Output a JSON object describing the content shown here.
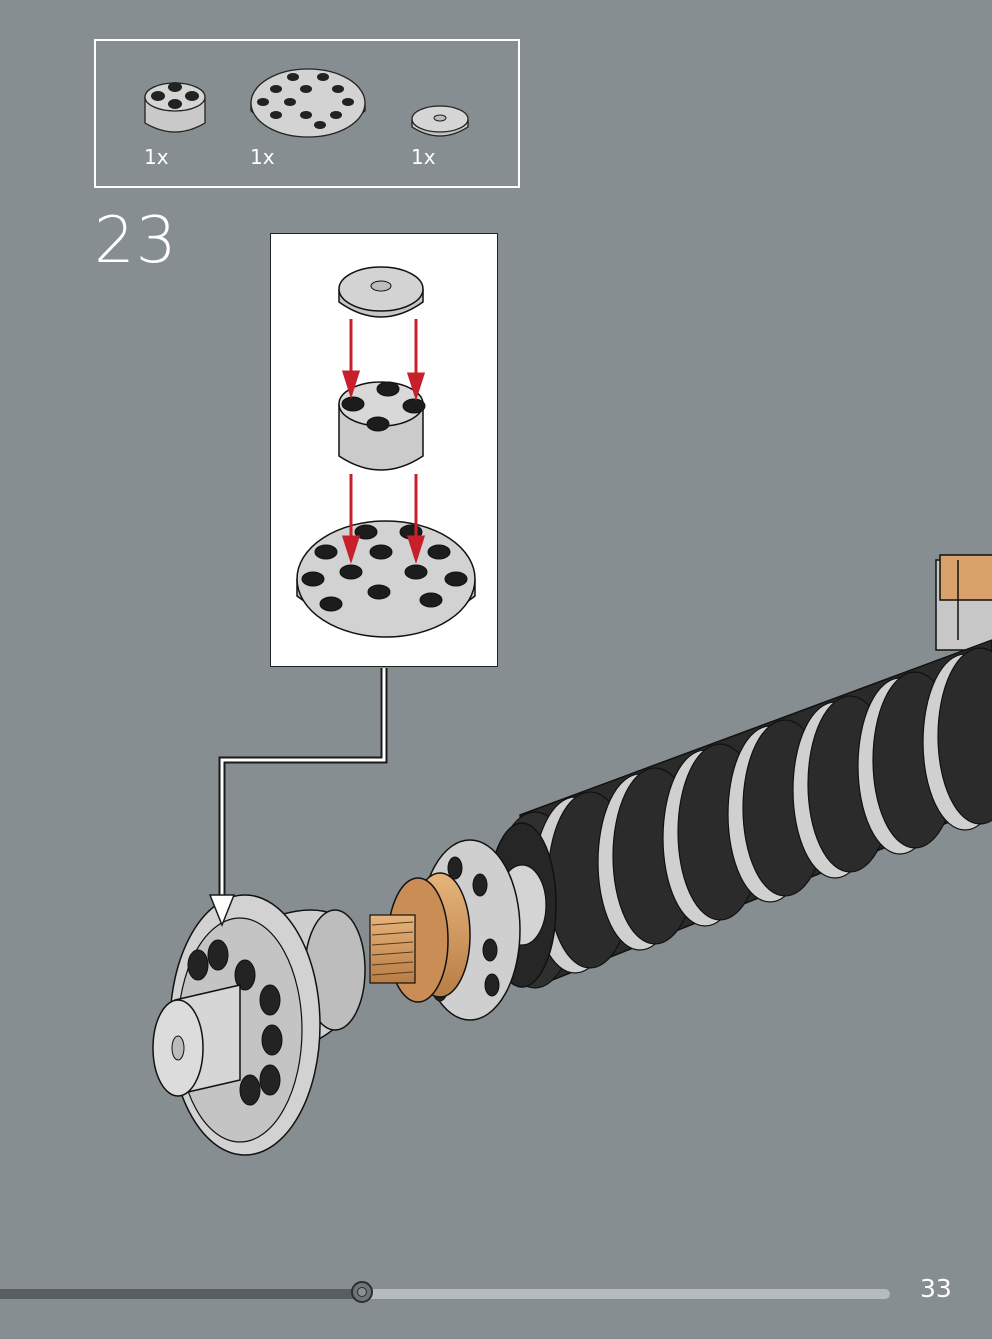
{
  "parts_list": {
    "items": [
      {
        "name": "round-brick-2x2-icon",
        "quantity": "1x"
      },
      {
        "name": "round-plate-4x4-icon",
        "quantity": "1x"
      },
      {
        "name": "round-tile-2x2-icon",
        "quantity": "1x"
      }
    ]
  },
  "step": {
    "number": "23"
  },
  "callout": {
    "icons": [
      "round-tile-2x2-icon",
      "round-brick-2x2-icon",
      "round-plate-4x4-icon"
    ]
  },
  "colors": {
    "background": "#878e91",
    "arrow": "#c8202a",
    "gear": "#d9a26a",
    "dark_part": "#2e2e2e"
  },
  "footer": {
    "page_number": "33",
    "progress": 0.407
  }
}
